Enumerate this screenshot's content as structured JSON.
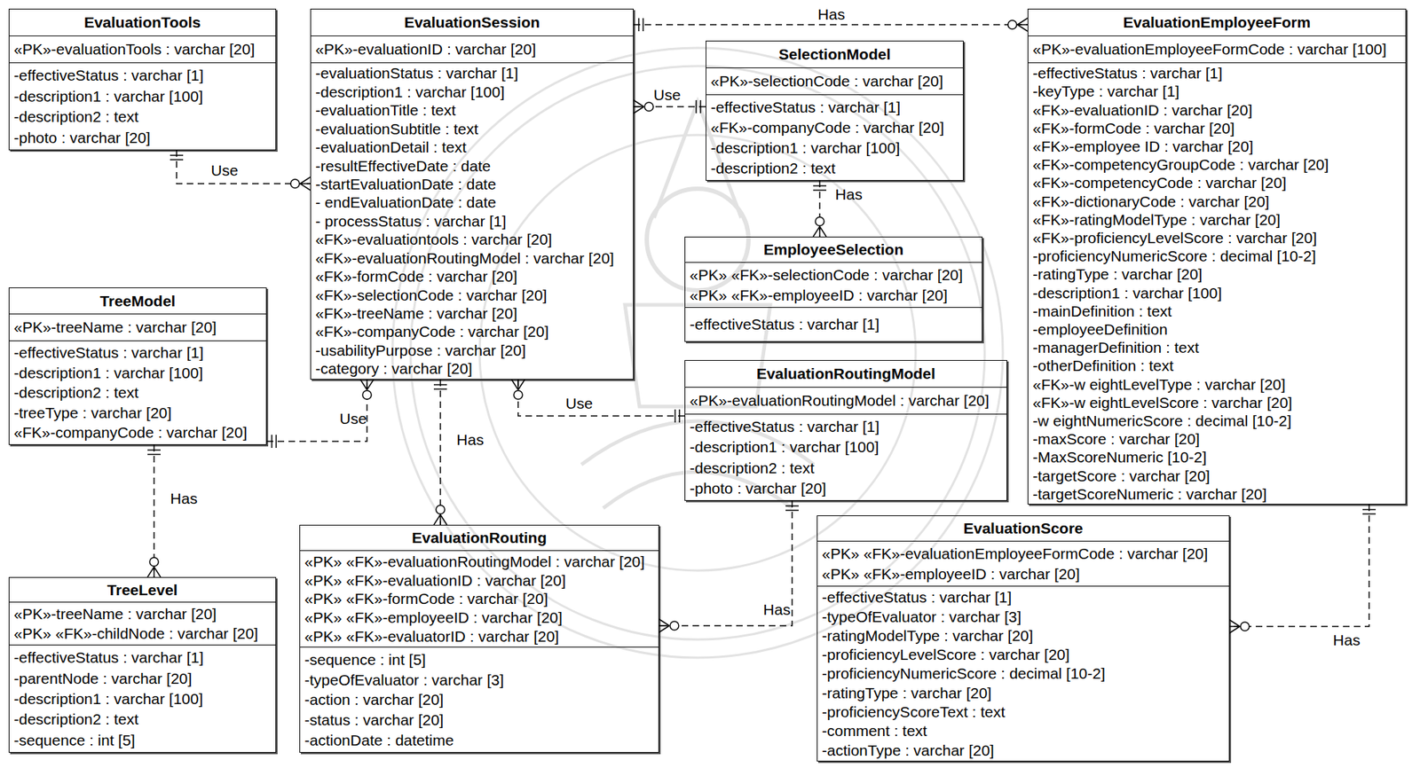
{
  "diagram": {
    "nodes": [
      {
        "text": [
          "EvaluationTools",
          "«PK»-evaluationTools : varchar [20]",
          "-effectiveStatus : varchar [1]",
          "-description1 : varchar [100]",
          "-description2 : text",
          "-photo : varchar [20]"
        ]
      },
      {
        "text": [
          "EvaluationSession",
          "«PK»-evaluationID : varchar [20]",
          "-evaluationStatus : varchar [1]",
          "-description1 : varchar [100]",
          "-evaluationTitle : text",
          "-evaluationSubtitle : text",
          "-evaluationDetail : text",
          "-resultEffectiveDate : date",
          "-startEvaluationDate : date",
          "- endEvaluationDate : date",
          "- processStatus : varchar [1]",
          "«FK»-evaluationtools : varchar [20]",
          "«FK»-evaluationRoutingModel : varchar [20]",
          "«FK»-formCode : varchar [20]",
          "«FK»-selectionCode : varchar [20]",
          "«FK»-treeName : varchar [20]",
          "«FK»-companyCode : varchar [20]",
          "-usabilityPurpose : varchar [20]",
          "-category : varchar [20]"
        ]
      },
      {
        "text": [
          "SelectionModel",
          "«PK»-selectionCode : varchar [20]",
          "-effectiveStatus : varchar [1]",
          "«FK»-companyCode : varchar [20]",
          "-description1 : varchar [100]",
          "-description2 : text"
        ]
      },
      {
        "text": [
          "EvaluationEmployeeForm",
          "«PK»-evaluationEmployeeFormCode : varchar [100]",
          "-effectiveStatus : varchar [1]",
          "-keyType : varchar [1]",
          "«FK»-evaluationID : varchar [20]",
          "«FK»-formCode : varchar [20]",
          "«FK»-employee ID : varchar [20]",
          "«FK»-competencyGroupCode : varchar [20]",
          "«FK»-competencyCode : varchar [20]",
          "«FK»-dictionaryCode : varchar [20]",
          "«FK»-ratingModelType : varchar [20]",
          "«FK»-proficiencyLevelScore : varchar [20]",
          "-proficiencyNumericScore : decimal [10-2]",
          "-ratingType : varchar [20]",
          "-description1 : varchar [100]",
          "-mainDefinition : text",
          "-employeeDefinition",
          "-managerDefinition : text",
          "-otherDefinition : text",
          "«FK»-w eightLevelType : varchar [20]",
          "«FK»-w eightLevelScore : varchar [20]",
          "-w eightNumericScore : decimal [10-2]",
          "-maxScore : varchar [20]",
          "-MaxScoreNumeric [10-2]",
          "-targetScore : varchar [20]",
          "-targetScoreNumeric : varchar [20]"
        ]
      },
      {
        "text": [
          "TreeModel",
          "«PK»-treeName : varchar [20]",
          "-effectiveStatus : varchar [1]",
          "-description1 : varchar [100]",
          "-description2 : text",
          "-treeType : varchar [20]",
          "«FK»-companyCode : varchar [20]"
        ]
      },
      {
        "text": [
          "EmployeeSelection",
          "«PK» «FK»-selectionCode : varchar [20]",
          "«PK» «FK»-employeeID : varchar [20]",
          "-effectiveStatus : varchar [1]"
        ]
      },
      {
        "text": [
          "EvaluationRoutingModel",
          "«PK»-evaluationRoutingModel : varchar [20]",
          "-effectiveStatus : varchar [1]",
          "-description1 : varchar [100]",
          "-description2 : text",
          "-photo : varchar [20]"
        ]
      },
      {
        "text": [
          "EvaluationScore",
          "«PK» «FK»-evaluationEmployeeFormCode : varchar [20]",
          "«PK» «FK»-employeeID : varchar [20]",
          "-effectiveStatus : varchar [1]",
          "-typeOfEvaluator : varchar [3]",
          "-ratingModelType : varchar [20]",
          "-proficiencyLevelScore : varchar [20]",
          "-proficiencyNumericScore : decimal [10-2]",
          "-ratingType : varchar [20]",
          "-proficiencyScoreText : text",
          "-comment : text",
          "-actionType : varchar [20]"
        ]
      },
      {
        "text": [
          "TreeLevel",
          "«PK»-treeName : varchar [20]",
          "«PK» «FK»-childNode : varchar [20]",
          "-effectiveStatus : varchar [1]",
          "-parentNode : varchar [20]",
          "-description1 : varchar [100]",
          "-description2 : text",
          "-sequence : int [5]"
        ]
      },
      {
        "text": [
          "EvaluationRouting",
          "«PK» «FK»-evaluationRoutingModel : varchar [20]",
          "«PK» «FK»-evaluationID : varchar [20]",
          "«PK» «FK»-formCode : varchar [20]",
          "«PK» «FK»-employeeID : varchar [20]",
          "«PK» «FK»-evaluatorID : varchar [20]",
          "-sequence : int [5]",
          "-typeOfEvaluator : varchar [3]",
          "-action : varchar [20]",
          "-status : varchar [20]",
          "-actionDate : datetime"
        ]
      }
    ],
    "edges": [
      {
        "from": 1,
        "to": 3,
        "arrow": "both",
        "label": "Has"
      },
      {
        "from": 2,
        "to": 1,
        "arrow": "both",
        "label": "Use"
      },
      {
        "from": 0,
        "to": 1,
        "arrow": "both",
        "label": "Use"
      },
      {
        "from": 2,
        "to": 5,
        "arrow": "both",
        "label": "Has"
      },
      {
        "from": 4,
        "to": 1,
        "arrow": "both",
        "label": "Use"
      },
      {
        "from": 6,
        "to": 1,
        "arrow": "both",
        "label": "Use"
      },
      {
        "from": 1,
        "to": 9,
        "arrow": "both",
        "label": "Has"
      },
      {
        "from": 6,
        "to": 9,
        "arrow": "both",
        "label": "Has"
      },
      {
        "from": 4,
        "to": 8,
        "arrow": "both",
        "label": "Has"
      },
      {
        "from": 3,
        "to": 7,
        "arrow": "both",
        "label": "Has"
      }
    ]
  }
}
